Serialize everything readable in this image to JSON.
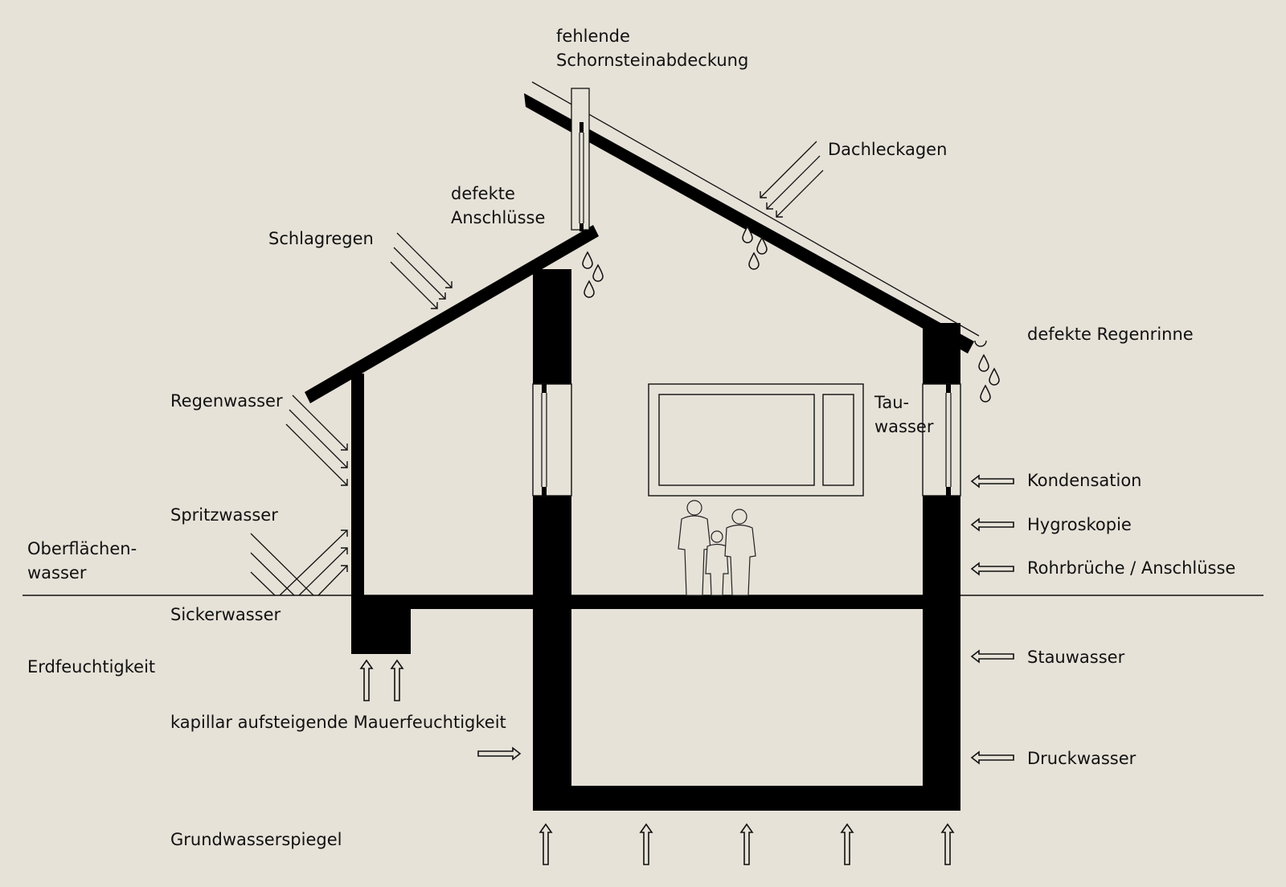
{
  "background_color": "#e6e2d8",
  "ink_color": "#000000",
  "labels": {
    "chimney_line1": "fehlende",
    "chimney_line2": "Schornsteinabdeckung",
    "roof_leaks": "Dachleckagen",
    "connections_line1": "defekte",
    "connections_line2": "Anschlüsse",
    "driving_rain": "Schlagregen",
    "gutter": "defekte Regenrinne",
    "rainwater": "Regenwasser",
    "condensate_line1": "Tau-",
    "condensate_line2": "wasser",
    "condensation": "Kondensation",
    "splash_water": "Spritzwasser",
    "hygroscopy": "Hygroskopie",
    "surface_line1": "Oberflächen-",
    "surface_line2": "wasser",
    "pipe_bursts": "Rohrbrüche / Anschlüsse",
    "seepage": "Sickerwasser",
    "soil_moisture": "Erdfeuchtigkeit",
    "backwater": "Stauwasser",
    "capillary": "kapillar aufsteigende Mauerfeuchtigkeit",
    "pressure_water": "Druckwasser",
    "groundwater_level": "Grundwasserspiegel"
  }
}
